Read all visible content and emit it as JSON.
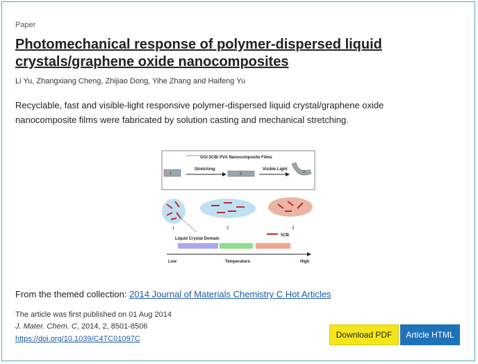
{
  "article": {
    "kind": "Paper",
    "title": "Photomechanical response of polymer-dispersed liquid crystals/graphene oxide nanocomposites",
    "authors": "Li Yu, Zhangxiang Cheng, Zhijiao Dong, Yihe Zhang and Haifeng Yu",
    "abstract": "Recyclable, fast and visible-light responsive polymer-dispersed liquid crystal/graphene oxide nanocomposite films were fabricated by solution casting and mechanical stretching."
  },
  "figure": {
    "panel_title": "GO/ 5CB/ PVA Nanocomposite Films",
    "step1": "Stretching",
    "step2": "Visible Light",
    "n1": "1",
    "n2": "2",
    "n3": "3",
    "domain_label": "Liquid Crystal Domain",
    "legend_5cb": "5CB",
    "low": "Low",
    "temperature": "Temperature",
    "high": "High"
  },
  "themed": {
    "prefix": "From the themed collection: ",
    "link": "2014 Journal of Materials Chemistry C Hot Articles"
  },
  "publication": {
    "first_published": "The article was first published on 01 Aug 2014",
    "journal": "J. Mater. Chem. C",
    "citation": ", 2014, 2, 8501-8506",
    "doi": "https://doi.org/10.1039/C4TC01097C"
  },
  "buttons": {
    "pdf": "Download PDF",
    "html": "Article HTML"
  },
  "colors": {
    "border": "#4aa8c9",
    "link": "#1a5aa3",
    "pdf_button": "#f4e61b",
    "html_button": "#1f72b8"
  }
}
